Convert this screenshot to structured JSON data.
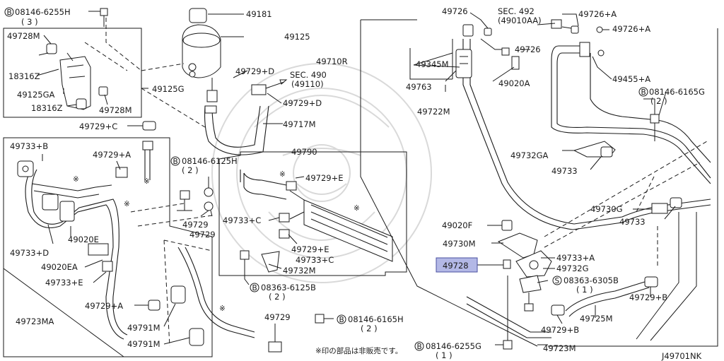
{
  "diagram_id": "J49701NK",
  "note": "※印の部品は非販売です。",
  "highlighted_part": "49728",
  "labels": {
    "b08146_6255h": "08146-6255H",
    "b08146_6255h_qty": "( 3 )",
    "p49728m_a": "49728M",
    "p18316z_a": "18316Z",
    "p49125ga": "49125GA",
    "p18316z_b": "18316Z",
    "p49728m_b": "49728M",
    "p49181": "49181",
    "p49125": "49125",
    "p49125g": "49125G",
    "p49729d_a": "49729+D",
    "sec490": "SEC. 490",
    "sec490_ref": "(49110)",
    "p49729d_b": "49729+D",
    "p49729c": "49729+C",
    "p49717m": "49717M",
    "p49733b": "49733+B",
    "p49729a_a": "49729+A",
    "b08146_6125h": "08146-6125H",
    "b08146_6125h_qty": "( 2 )",
    "p49790": "49790",
    "p49729e_a": "49729+E",
    "p49020e": "49020E",
    "p49733d": "49733+D",
    "p49729_a": "49729",
    "p49729_b": "49729",
    "p49733c_a": "49733+C",
    "p49729e_b": "49729+E",
    "p49733c_b": "49733+C",
    "p49732m": "49732M",
    "p49020ea": "49020EA",
    "p49733e": "49733+E",
    "b08363_6125b": "08363-6125B",
    "b08363_6125b_qty": "( 2 )",
    "p49729a_b": "49729+A",
    "p49723ma": "49723MA",
    "p49791m_a": "49791M",
    "p49791m_b": "49791M",
    "p49729_c": "49729",
    "b08146_6165h": "08146-6165H",
    "b08146_6165h_qty": "( 2 )",
    "b08146_6255g": "08146-6255G",
    "b08146_6255g_qty": "( 1 )",
    "p49726_a": "49726",
    "sec492": "SEC. 492",
    "sec492_ref": "(49010AA)",
    "p49726a_a": "49726+A",
    "p49726a_b": "49726+A",
    "p49710r": "49710R",
    "p49345m": "49345M",
    "p49726_b": "49726",
    "p49763": "49763",
    "p49020a": "49020A",
    "p49722m": "49722M",
    "p49455a": "49455+A",
    "b08146_6165g": "08146-6165G",
    "b08146_6165g_qty": "( 2 )",
    "p49732ga": "49732GA",
    "p49733_a": "49733",
    "p49730g": "49730G",
    "p49733_b": "49733",
    "p49020f": "49020F",
    "p49730m": "49730M",
    "p49733a": "49733+A",
    "p49728": "49728",
    "p49732g": "49732G",
    "s08363_6305b": "08363-6305B",
    "s08363_6305b_qty": "( 1 )",
    "p49729b_a": "49729+B",
    "p49725m": "49725M",
    "p49729b_b": "49729+B",
    "p49723m": "49723M",
    "circle_b": "B",
    "circle_s": "S",
    "asterisk": "※"
  }
}
